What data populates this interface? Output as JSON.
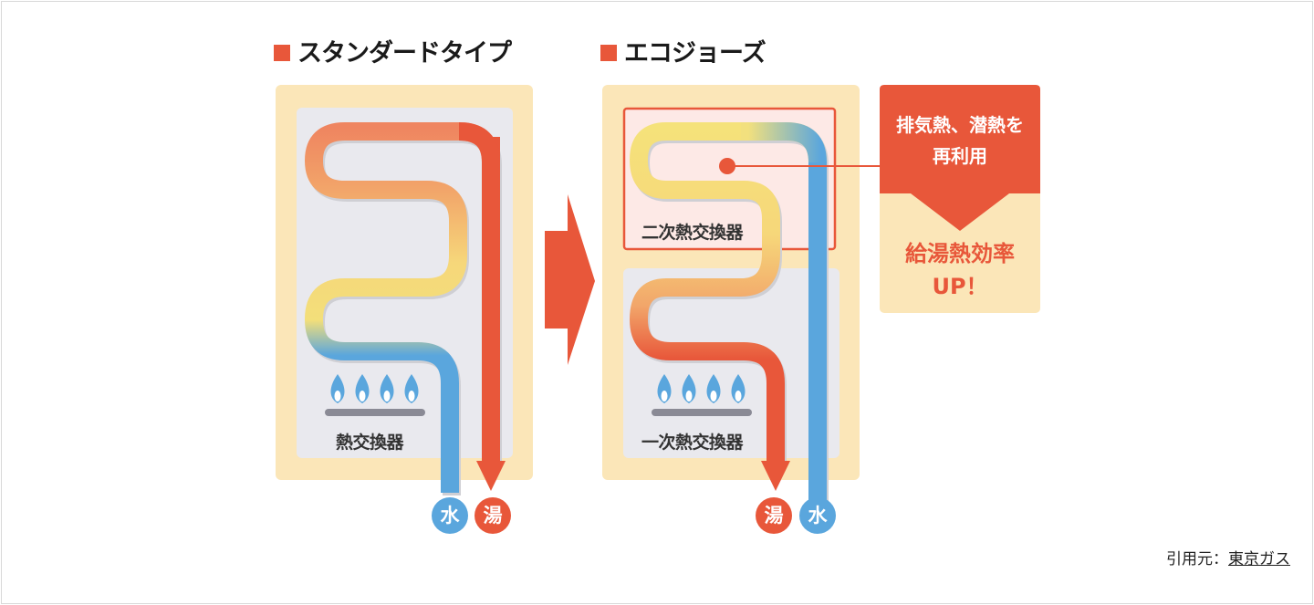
{
  "left": {
    "title": "スタンダードタイプ",
    "exchanger_label": "熱交換器",
    "water_badge": "水",
    "hot_badge": "湯"
  },
  "right": {
    "title": "エコジョーズ",
    "secondary_label": "二次熱交換器",
    "primary_label": "一次熱交換器",
    "water_badge": "水",
    "hot_badge": "湯"
  },
  "callout": {
    "line1": "排気熱、潜熱を",
    "line2": "再利用",
    "result_line1": "給湯熱効率",
    "result_line2": "UP！"
  },
  "citation": {
    "prefix": "引用元：",
    "source": "東京ガス"
  },
  "colors": {
    "accent": "#e8573a",
    "water": "#5aa6dd",
    "panel": "#fbe6b8",
    "exchanger": "#e9e9ee",
    "secondary": "#fde9e6"
  }
}
